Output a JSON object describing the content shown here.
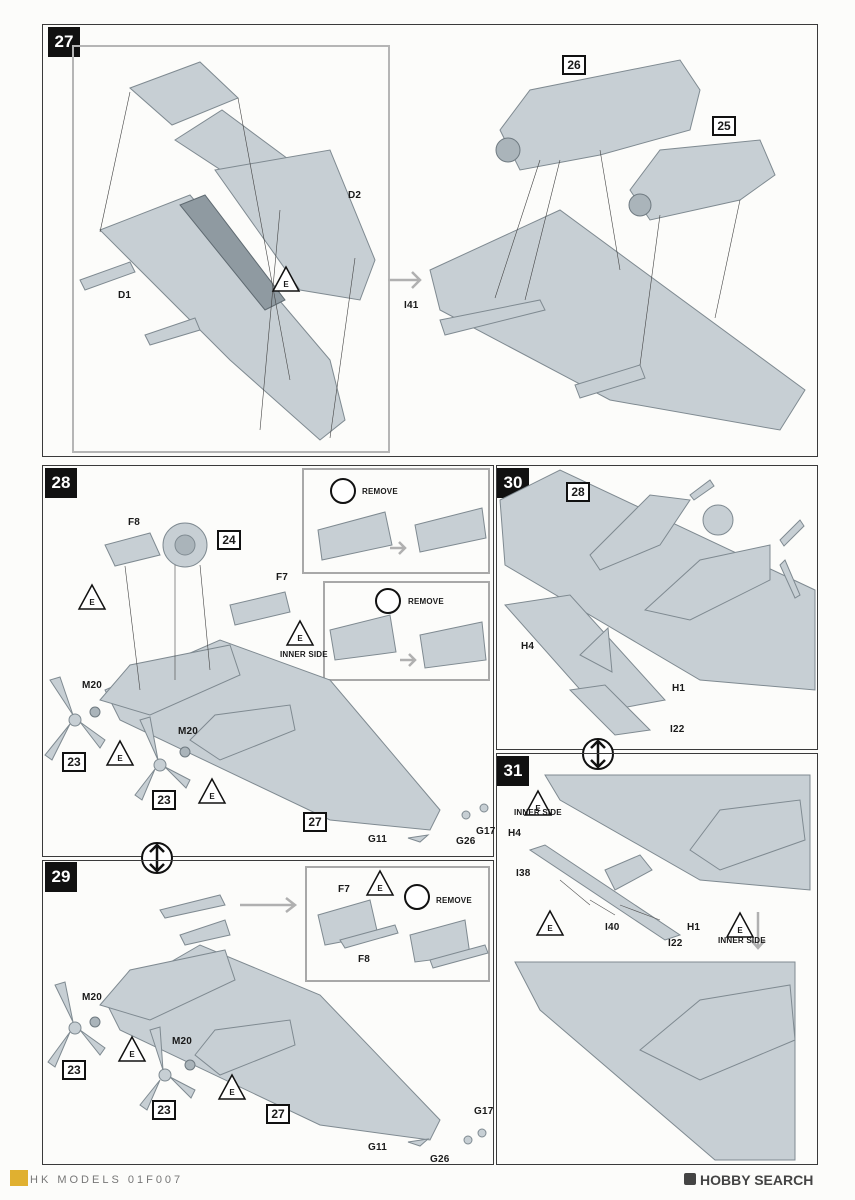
{
  "steps": {
    "s27": "27",
    "s28": "28",
    "s29": "29",
    "s30": "30",
    "s31": "31"
  },
  "labels": {
    "d1": "D1",
    "d2": "D2",
    "i41": "I41",
    "f8_28": "F8",
    "f7_28": "F7",
    "m20a_28": "M20",
    "m20b_28": "M20",
    "g11_28": "G11",
    "g26_28": "G26",
    "g17_28": "G17",
    "inner_side_28": "INNER SIDE",
    "remove_a": "REMOVE",
    "remove_b": "REMOVE",
    "h4_30": "H4",
    "h1_30": "H1",
    "i22_30": "I22",
    "f7_29": "F7",
    "f8_29": "F8",
    "remove_29": "REMOVE",
    "m20a_29": "M20",
    "m20b_29": "M20",
    "g17_29": "G17",
    "g11_29": "G11",
    "g26_29": "G26",
    "inner_side_31a": "INNER SIDE",
    "h4_31": "H4",
    "i38_31": "I38",
    "i40_31": "I40",
    "h1_31": "H1",
    "i22_31": "I22",
    "inner_side_31b": "INNER SIDE"
  },
  "refs": {
    "r26": "26",
    "r25": "25",
    "r24": "24",
    "r23a_28": "23",
    "r23b_28": "23",
    "r27_28": "27",
    "r28_30": "28",
    "r23a_29": "23",
    "r23b_29": "23",
    "r27_29": "27"
  },
  "callouts": {
    "e": "E"
  },
  "footer": {
    "brand": "HK MODELS",
    "code": "01F007",
    "watermark": "HOBBY SEARCH"
  },
  "colors": {
    "part_fill": "#c7cfd4",
    "part_edge": "#7f8a91",
    "arrow_grey": "#b0b0b0",
    "frame": "#3a3a3a"
  }
}
